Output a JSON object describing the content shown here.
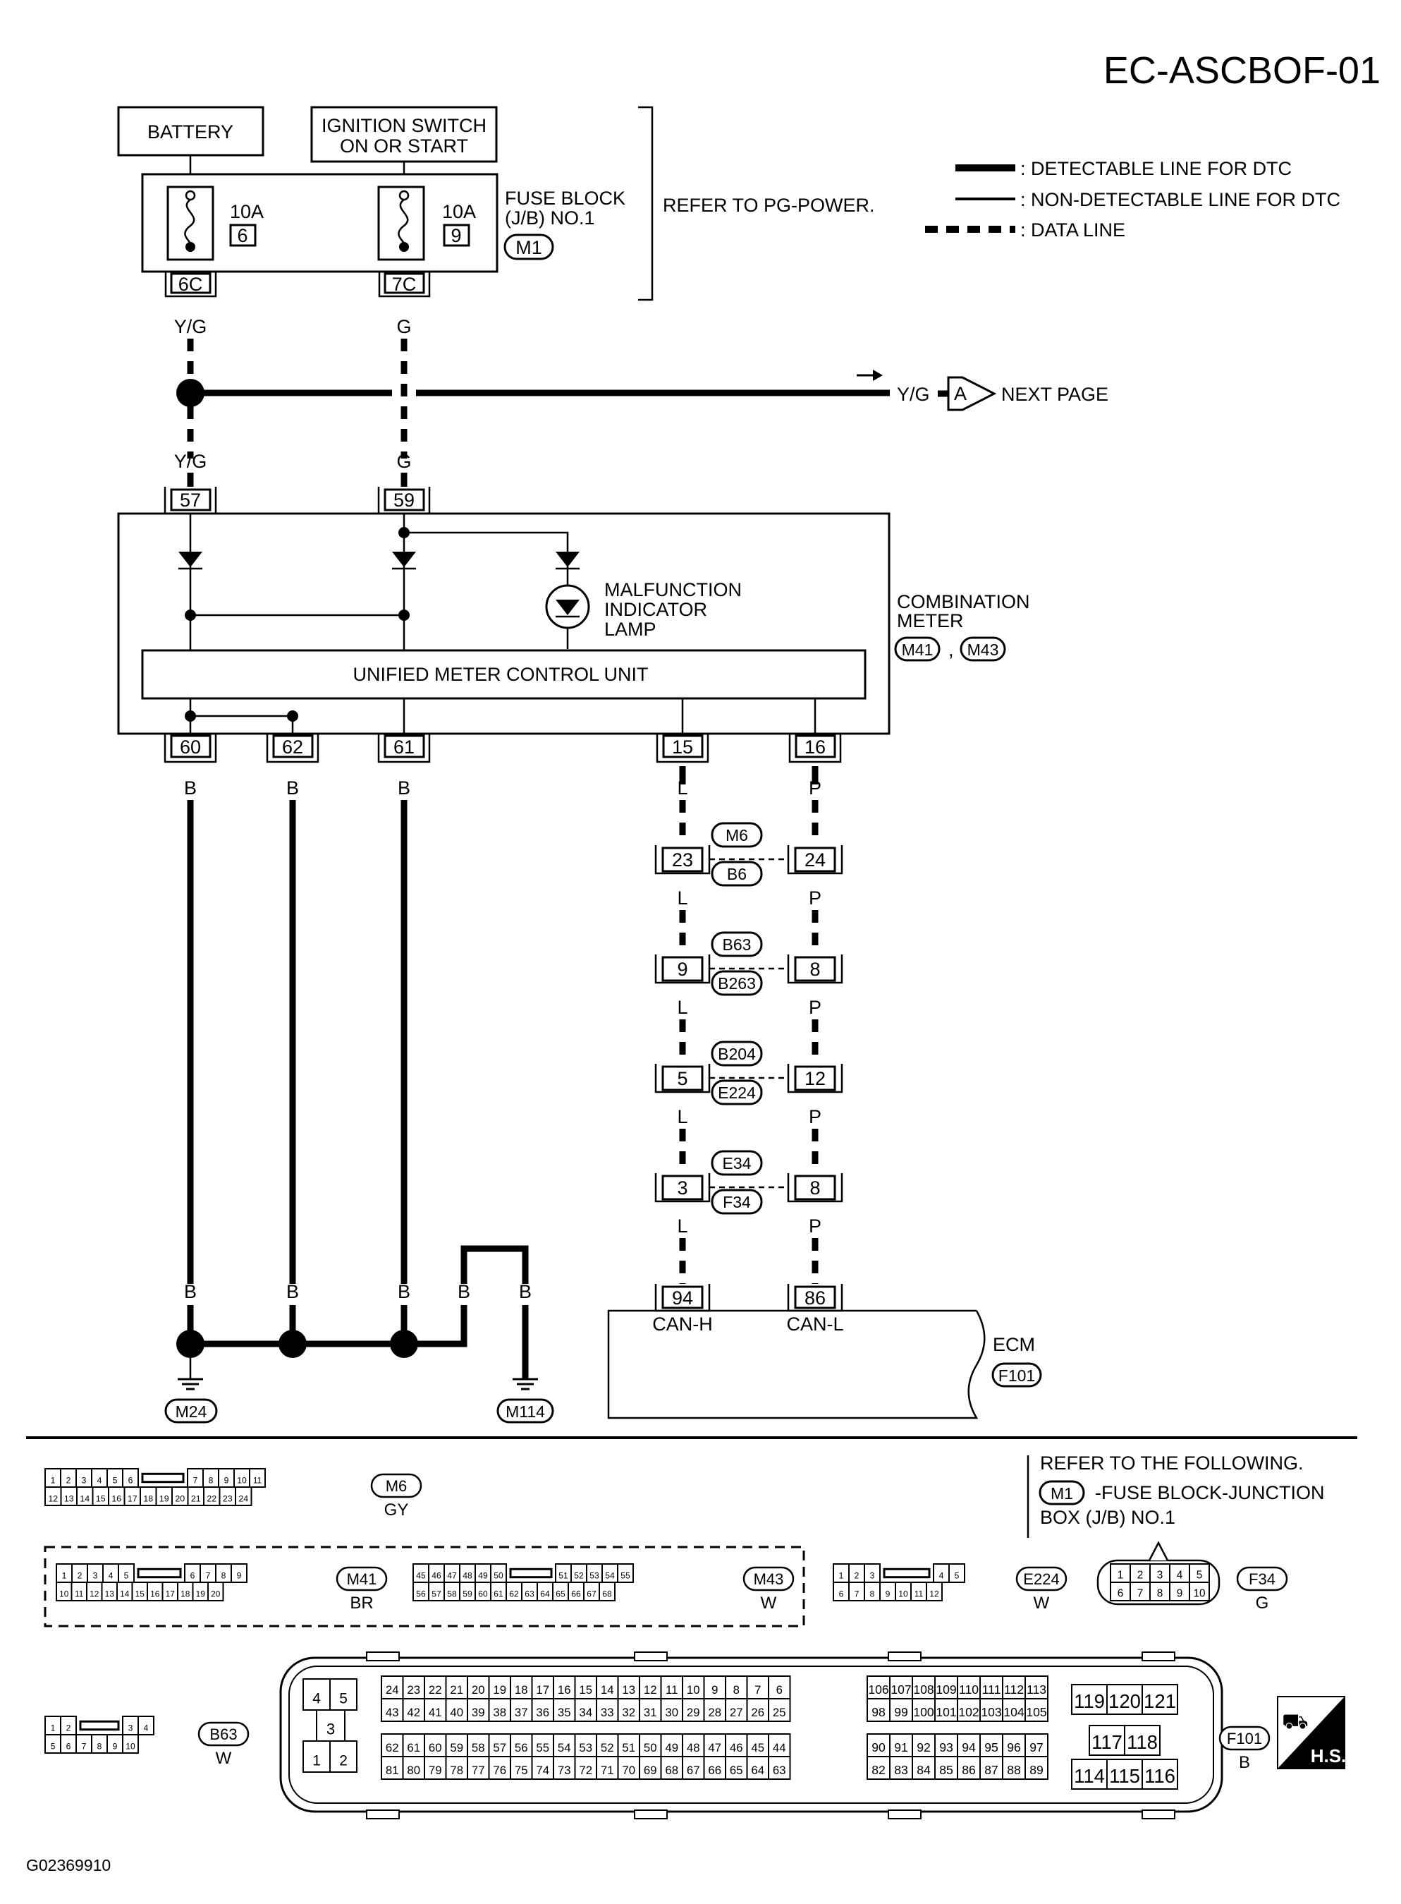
{
  "header": {
    "title": "EC-ASCBOF-01",
    "figure_id": "G02369910"
  },
  "legend": {
    "detectable": ": DETECTABLE LINE FOR DTC",
    "non_detectable": ": NON-DETECTABLE LINE FOR DTC",
    "data_line": ": DATA LINE"
  },
  "power": {
    "battery": "BATTERY",
    "ignition_line1": "IGNITION SWITCH",
    "ignition_line2": "ON OR START",
    "fuse_rating_a": "10A",
    "fuse_num_a": "6",
    "fuse_rating_b": "10A",
    "fuse_num_b": "9",
    "fuse_block_line1": "FUSE BLOCK",
    "fuse_block_line2": "(J/B) NO.1",
    "fuse_block_conn": "M1",
    "refer_pg": "REFER TO PG-POWER.",
    "term_a": "6C",
    "term_b": "7C",
    "wire_a": "Y/G",
    "wire_b": "G"
  },
  "next_page": {
    "wire": "Y/G",
    "ref": "A",
    "label": "NEXT PAGE"
  },
  "meter": {
    "pin_in_a": "57",
    "pin_in_b": "59",
    "wire_in_a": "Y/G",
    "wire_in_b": "G",
    "mil_line1": "MALFUNCTION",
    "mil_line2": "INDICATOR",
    "mil_line3": "LAMP",
    "unit_label": "UNIFIED METER CONTROL UNIT",
    "name_line1": "COMBINATION",
    "name_line2": "METER",
    "conn_a": "M41",
    "conn_sep": ",",
    "conn_b": "M43",
    "pin_60": "60",
    "pin_62": "62",
    "pin_61": "61",
    "pin_15": "15",
    "pin_16": "16",
    "wire_b": "B",
    "wire_l": "L",
    "wire_p": "P"
  },
  "junctions": [
    {
      "top": "M6",
      "bottom": "B6",
      "left_pin": "23",
      "right_pin": "24"
    },
    {
      "top": "B63",
      "bottom": "B263",
      "left_pin": "9",
      "right_pin": "8"
    },
    {
      "top": "B204",
      "bottom": "E224",
      "left_pin": "5",
      "right_pin": "12"
    },
    {
      "top": "E34",
      "bottom": "F34",
      "left_pin": "3",
      "right_pin": "8"
    }
  ],
  "ecm": {
    "pin_h": "94",
    "pin_l": "86",
    "can_h": "CAN-H",
    "can_l": "CAN-L",
    "name": "ECM",
    "conn": "F101"
  },
  "grounds": {
    "wire": "B",
    "g1": "M24",
    "g2": "M114"
  },
  "refer_following": {
    "line1": "REFER TO THE FOLLOWING.",
    "conn": "M1",
    "line2": "-FUSE BLOCK-JUNCTION",
    "line3": "BOX (J/B) NO.1"
  },
  "connectors": {
    "m6": {
      "id": "M6",
      "color": "GY",
      "top": [
        "1",
        "2",
        "3",
        "4",
        "5",
        "6",
        "",
        "7",
        "8",
        "9",
        "10",
        "11"
      ],
      "bottom": [
        "12",
        "13",
        "14",
        "15",
        "16",
        "17",
        "18",
        "19",
        "20",
        "21",
        "22",
        "23",
        "24"
      ]
    },
    "m41": {
      "id": "M41",
      "color": "BR",
      "top": [
        "1",
        "2",
        "3",
        "4",
        "5",
        "",
        "6",
        "7",
        "8",
        "9"
      ],
      "bottom": [
        "10",
        "11",
        "12",
        "13",
        "14",
        "15",
        "16",
        "17",
        "18",
        "19",
        "20"
      ]
    },
    "m43": {
      "id": "M43",
      "color": "W",
      "top": [
        "45",
        "46",
        "47",
        "48",
        "49",
        "50",
        "",
        "51",
        "52",
        "53",
        "54",
        "55"
      ],
      "bottom": [
        "56",
        "57",
        "58",
        "59",
        "60",
        "61",
        "62",
        "63",
        "64",
        "65",
        "66",
        "67",
        "68"
      ]
    },
    "e224": {
      "id": "E224",
      "color": "W",
      "top": [
        "1",
        "2",
        "3",
        "",
        "4",
        "5"
      ],
      "bottom": [
        "6",
        "7",
        "8",
        "9",
        "10",
        "11",
        "12"
      ]
    },
    "f34": {
      "id": "F34",
      "color": "G",
      "top": [
        "1",
        "2",
        "3",
        "4",
        "5"
      ],
      "bottom": [
        "6",
        "7",
        "8",
        "9",
        "10"
      ]
    },
    "b63": {
      "id": "B63",
      "color": "W",
      "top": [
        "1",
        "2",
        "",
        "3",
        "4"
      ],
      "bottom": [
        "5",
        "6",
        "7",
        "8",
        "9",
        "10"
      ]
    },
    "f101": {
      "id": "F101",
      "color": "B",
      "left_block": [
        "4",
        "5",
        "3",
        "1",
        "2"
      ],
      "row1": [
        "24",
        "23",
        "22",
        "21",
        "20",
        "19",
        "18",
        "17",
        "16",
        "15",
        "14",
        "13",
        "12",
        "11",
        "10",
        "9",
        "8",
        "7",
        "6"
      ],
      "row2": [
        "43",
        "42",
        "41",
        "40",
        "39",
        "38",
        "37",
        "36",
        "35",
        "34",
        "33",
        "32",
        "31",
        "30",
        "29",
        "28",
        "27",
        "26",
        "25"
      ],
      "row3": [
        "62",
        "61",
        "60",
        "59",
        "58",
        "57",
        "56",
        "55",
        "54",
        "53",
        "52",
        "51",
        "50",
        "49",
        "48",
        "47",
        "46",
        "45",
        "44"
      ],
      "row4": [
        "81",
        "80",
        "79",
        "78",
        "77",
        "76",
        "75",
        "74",
        "73",
        "72",
        "71",
        "70",
        "69",
        "68",
        "67",
        "66",
        "65",
        "64",
        "63"
      ],
      "mid_row1": [
        "106",
        "107",
        "108",
        "109",
        "110",
        "111",
        "112",
        "113"
      ],
      "mid_row2": [
        "98",
        "99",
        "100",
        "101",
        "102",
        "103",
        "104",
        "105"
      ],
      "mid_row3": [
        "90",
        "91",
        "92",
        "93",
        "94",
        "95",
        "96",
        "97"
      ],
      "mid_row4": [
        "82",
        "83",
        "84",
        "85",
        "86",
        "87",
        "88",
        "89"
      ],
      "right_top": [
        "119",
        "120",
        "121"
      ],
      "right_mid": [
        "117",
        "118"
      ],
      "right_bot": [
        "114",
        "115",
        "116"
      ]
    }
  },
  "hs_badge": "H.S."
}
